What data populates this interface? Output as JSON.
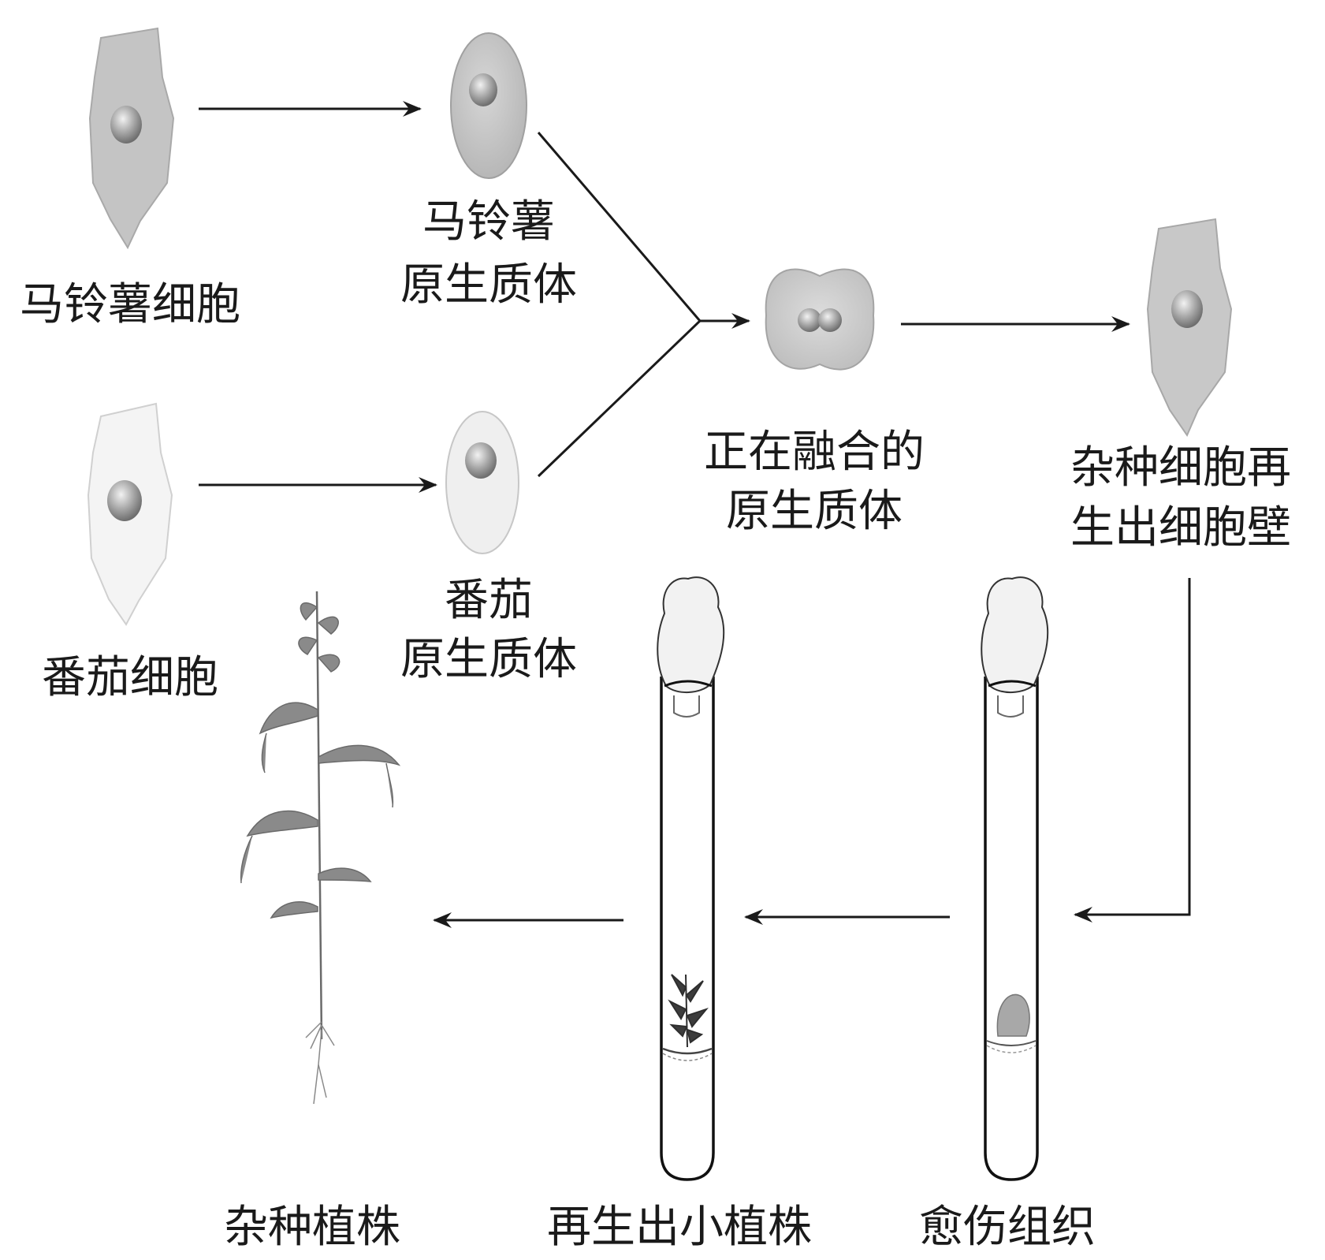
{
  "labels": {
    "potato_cell": "马铃薯细胞",
    "potato_protoplast_line1": "马铃薯",
    "potato_protoplast_line2": "原生质体",
    "tomato_cell": "番茄细胞",
    "tomato_protoplast_line1": "番茄",
    "tomato_protoplast_line2": "原生质体",
    "fusing_line1": "正在融合的",
    "fusing_line2": "原生质体",
    "hybrid_wall_line1": "杂种细胞再",
    "hybrid_wall_line2": "生出细胞壁",
    "hybrid_plant": "杂种植株",
    "regenerated_plantlet": "再生出小植株",
    "callus": "愈伤组织"
  },
  "colors": {
    "potato_cell": "#c4c4c4",
    "tomato_cell": "#f4f4f4",
    "potato_protoplast": "#bdbdbd",
    "tomato_protoplast": "#efefef",
    "fusing": "#c9c9c9",
    "hybrid_cell": "#c8c8c8",
    "nucleus": "#9a9a9a",
    "line": "#1a1a1a"
  },
  "icons": {
    "potato_cell": "plant-cell-icon",
    "potato_protoplast": "protoplast-icon",
    "tomato_cell": "plant-cell-icon",
    "tomato_protoplast": "protoplast-icon",
    "fusing": "fusing-protoplasts-icon",
    "hybrid_cell": "plant-cell-icon",
    "callus_tube": "test-tube-callus-icon",
    "plantlet_tube": "test-tube-plantlet-icon",
    "hybrid_plant": "plant-icon"
  }
}
